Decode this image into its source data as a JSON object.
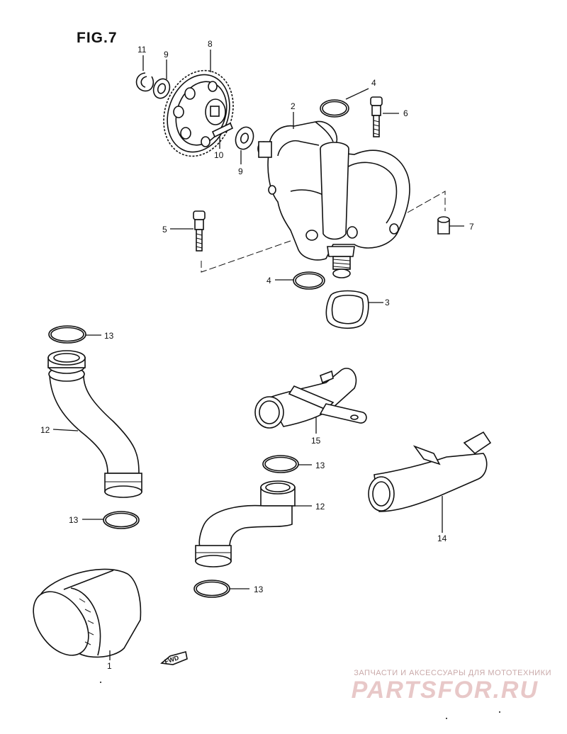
{
  "figure": {
    "title": "FIG.7"
  },
  "callouts": [
    {
      "id": "c11",
      "label": "11"
    },
    {
      "id": "c9a",
      "label": "9"
    },
    {
      "id": "c8",
      "label": "8"
    },
    {
      "id": "c4a",
      "label": "4"
    },
    {
      "id": "c2",
      "label": "2"
    },
    {
      "id": "c6",
      "label": "6"
    },
    {
      "id": "c10",
      "label": "10"
    },
    {
      "id": "c9b",
      "label": "9"
    },
    {
      "id": "c5",
      "label": "5"
    },
    {
      "id": "c7",
      "label": "7"
    },
    {
      "id": "c4b",
      "label": "4"
    },
    {
      "id": "c3",
      "label": "3"
    },
    {
      "id": "c13a",
      "label": "13"
    },
    {
      "id": "c12a",
      "label": "12"
    },
    {
      "id": "c15",
      "label": "15"
    },
    {
      "id": "c13b",
      "label": "13"
    },
    {
      "id": "c13c",
      "label": "13"
    },
    {
      "id": "c12b",
      "label": "12"
    },
    {
      "id": "c14",
      "label": "14"
    },
    {
      "id": "c13d",
      "label": "13"
    },
    {
      "id": "c1",
      "label": "1"
    }
  ],
  "direction_marker": {
    "label": "FWD",
    "icon": "forward-arrow-icon"
  },
  "watermark": {
    "tagline": "ЗАПЧАСТИ И АКСЕССУАРЫ ДЛЯ МОТОТЕХНИКИ",
    "logo": "PARTSFOR.RU",
    "color": "#e8c8c8"
  }
}
